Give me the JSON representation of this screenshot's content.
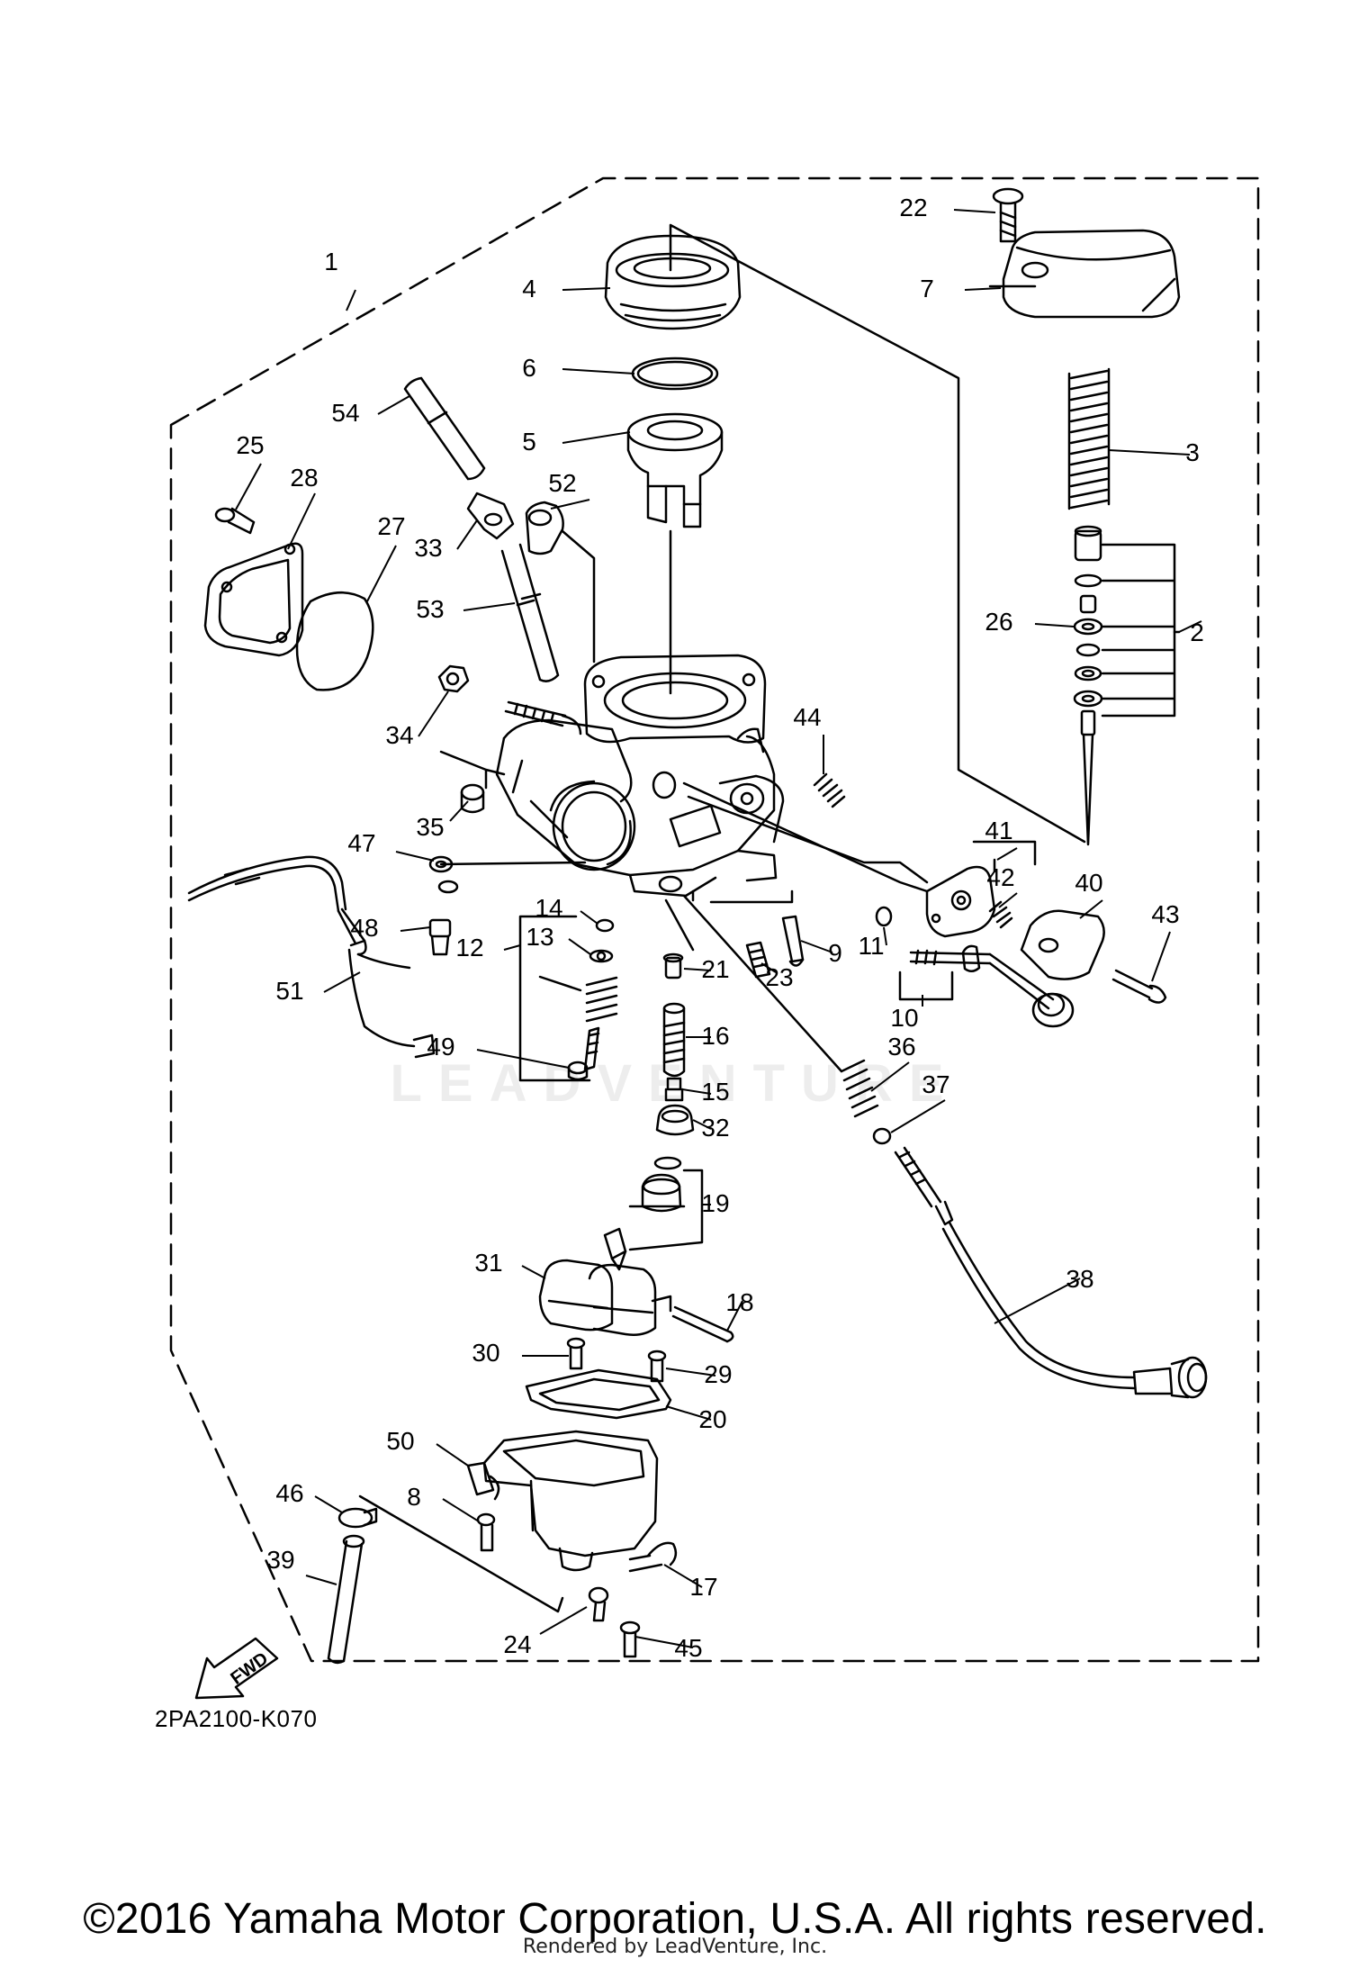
{
  "diagram": {
    "callouts": [
      "1",
      "2",
      "3",
      "4",
      "5",
      "6",
      "7",
      "8",
      "9",
      "10",
      "11",
      "12",
      "13",
      "14",
      "15",
      "16",
      "17",
      "18",
      "19",
      "20",
      "21",
      "22",
      "23",
      "24",
      "25",
      "26",
      "27",
      "28",
      "29",
      "30",
      "31",
      "32",
      "33",
      "34",
      "35",
      "36",
      "37",
      "38",
      "39",
      "40",
      "41",
      "42",
      "43",
      "44",
      "45",
      "46",
      "47",
      "48",
      "49",
      "50",
      "51",
      "52",
      "53",
      "54"
    ],
    "fwd_label": "FWD",
    "diagram_code": "2PA2100-K070",
    "watermark": "LEADVENTURE"
  },
  "footer": {
    "copyright": "©2016 Yamaha Motor Corporation, U.S.A. All rights reserved.",
    "rendered_by": "Rendered by LeadVenture, Inc."
  },
  "colors": {
    "line": "#000000",
    "background": "#ffffff",
    "watermark": "#e8e8e8"
  }
}
